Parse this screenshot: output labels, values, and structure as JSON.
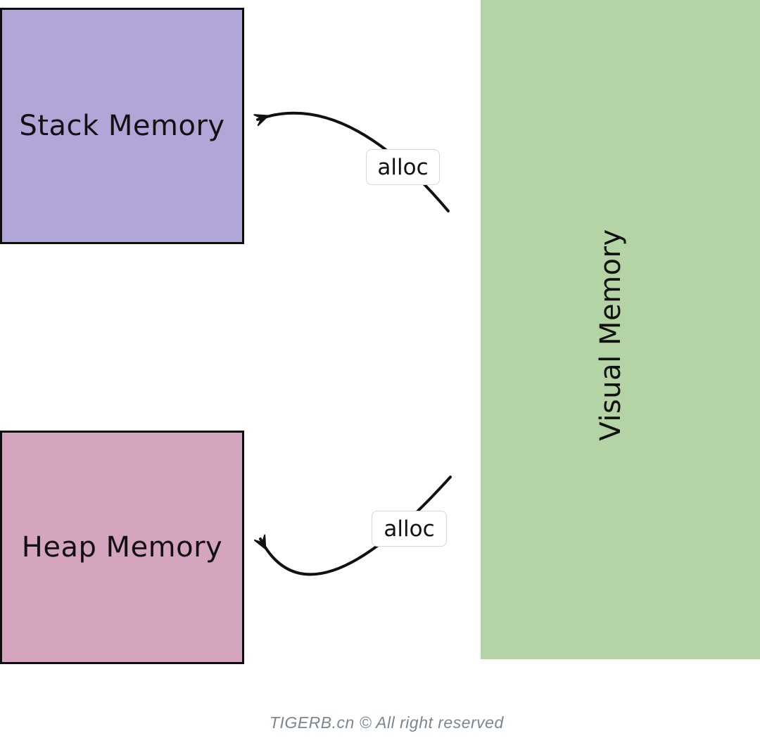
{
  "stack_box": {
    "label": "Stack Memory",
    "fill": "#b1a6d7",
    "border_color": "#0d0d0d"
  },
  "heap_box": {
    "label": "Heap Memory",
    "fill": "#d5a5c0",
    "border_color": "#0d0d0d"
  },
  "visual_box": {
    "label": "Visual Memory",
    "fill": "#b4d4a5"
  },
  "arrows": {
    "stack_alloc": {
      "label": "alloc"
    },
    "heap_alloc": {
      "label": "alloc"
    }
  },
  "footer": {
    "credit": "TIGERB.cn © All right reserved",
    "color": "#7a8791"
  }
}
